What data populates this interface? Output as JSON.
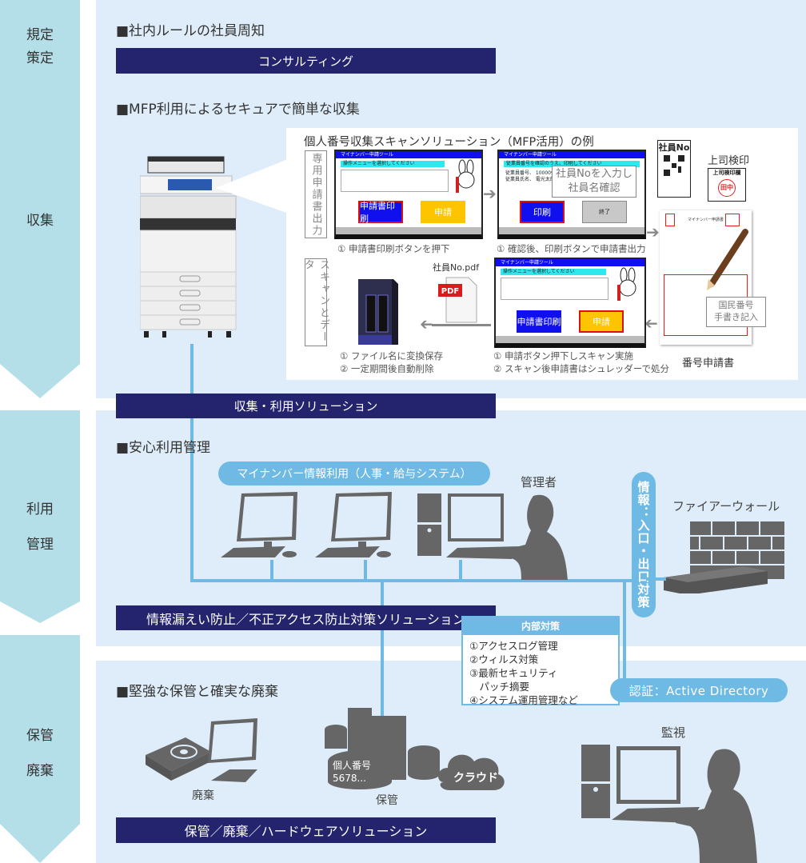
{
  "phases": [
    {
      "label_lines": [
        "規定",
        "策定"
      ]
    },
    {
      "label_lines": [
        "収集"
      ]
    },
    {
      "label_lines": [
        "利用",
        "管理"
      ]
    },
    {
      "label_lines": [
        "保管",
        "廃棄"
      ]
    }
  ],
  "section1": {
    "title": "■社内ルールの社員周知",
    "bar": "コンサルティング"
  },
  "section2": {
    "title": "■MFP利用によるセキュアで簡単な収集",
    "example_title": "個人番号収集スキャンソリューション（MFP活用）の例",
    "vbox_print": "専用申請書出力",
    "vbox_scan": "スキャンとデータ",
    "screen_header": "マイナンバー申請ツール",
    "screen1": {
      "sub": "操作メニューを選択してください",
      "btn_print": "申請書印刷",
      "btn_apply": "申請",
      "caption": "① 申請書印刷ボタンを押下"
    },
    "screen2": {
      "sub": "従業員番号を確認のうえ、印刷してください",
      "employee_no_label": "従業員番号、 100009",
      "employee_name_label": "従業員氏名、 電光太郎",
      "overlay": "社員Noを入力し\n社員名確認",
      "btn_print": "印刷",
      "btn_end": "終了",
      "caption": "① 確認後、印刷ボタンで申請書出力"
    },
    "screen3": {
      "sub": "操作メニューを選択してください",
      "btn_print": "申請書印刷",
      "btn_apply": "申請",
      "caption_lines": [
        "① 申請ボタン押下しスキャン実施",
        "② スキャン後申請書はシュレッダーで処分"
      ]
    },
    "nas": {
      "pdf_filename": "社員No.pdf",
      "pdf_badge": "PDF",
      "caption_lines": [
        "① ファイル名に変換保存",
        "② 一定期間後自動削除"
      ]
    },
    "form": {
      "employee_no_card": "社員No",
      "supervisor_label": "上司検印",
      "supervisor_card": "上司検印欄",
      "stamp": "田中",
      "form_title": "マイナンバー申請書",
      "handwrite_box": "国民番号\n手書き記入",
      "caption": "番号申請書"
    },
    "bar": "収集・利用ソリューション"
  },
  "section3": {
    "title": "■安心利用管理",
    "pill": "マイナンバー情報利用（人事・給与システム）",
    "admin_label": "管理者",
    "vertical_pill": "情報：入口・出口対策",
    "firewall_label": "ファイアーウォール",
    "bar": "情報漏えい防止／不正アクセス防止対策ソリューション",
    "internal": {
      "header": "内部対策",
      "items": [
        "①アクセスログ管理",
        "②ウィルス対策",
        "③最新セキュリティ",
        "　パッチ摘要",
        "④システム運用管理など"
      ]
    }
  },
  "section4": {
    "title": "■堅強な保管と確実な廃棄",
    "ad_pill": "認証：Active Directory",
    "monitor_label": "監視",
    "disposal_label": "廃棄",
    "storage_label": "保管",
    "db_label_lines": [
      "個人番号",
      "5678..."
    ],
    "cloud_label": "クラウド",
    "bar": "保管／廃棄／ハードウェアソリューション"
  },
  "colors": {
    "navy": "#24246e",
    "accent_blue": "#6ebae4",
    "panel_bg": "#deedf9",
    "phase_bg": "#b4dfe8",
    "icon_gray": "#666666"
  }
}
